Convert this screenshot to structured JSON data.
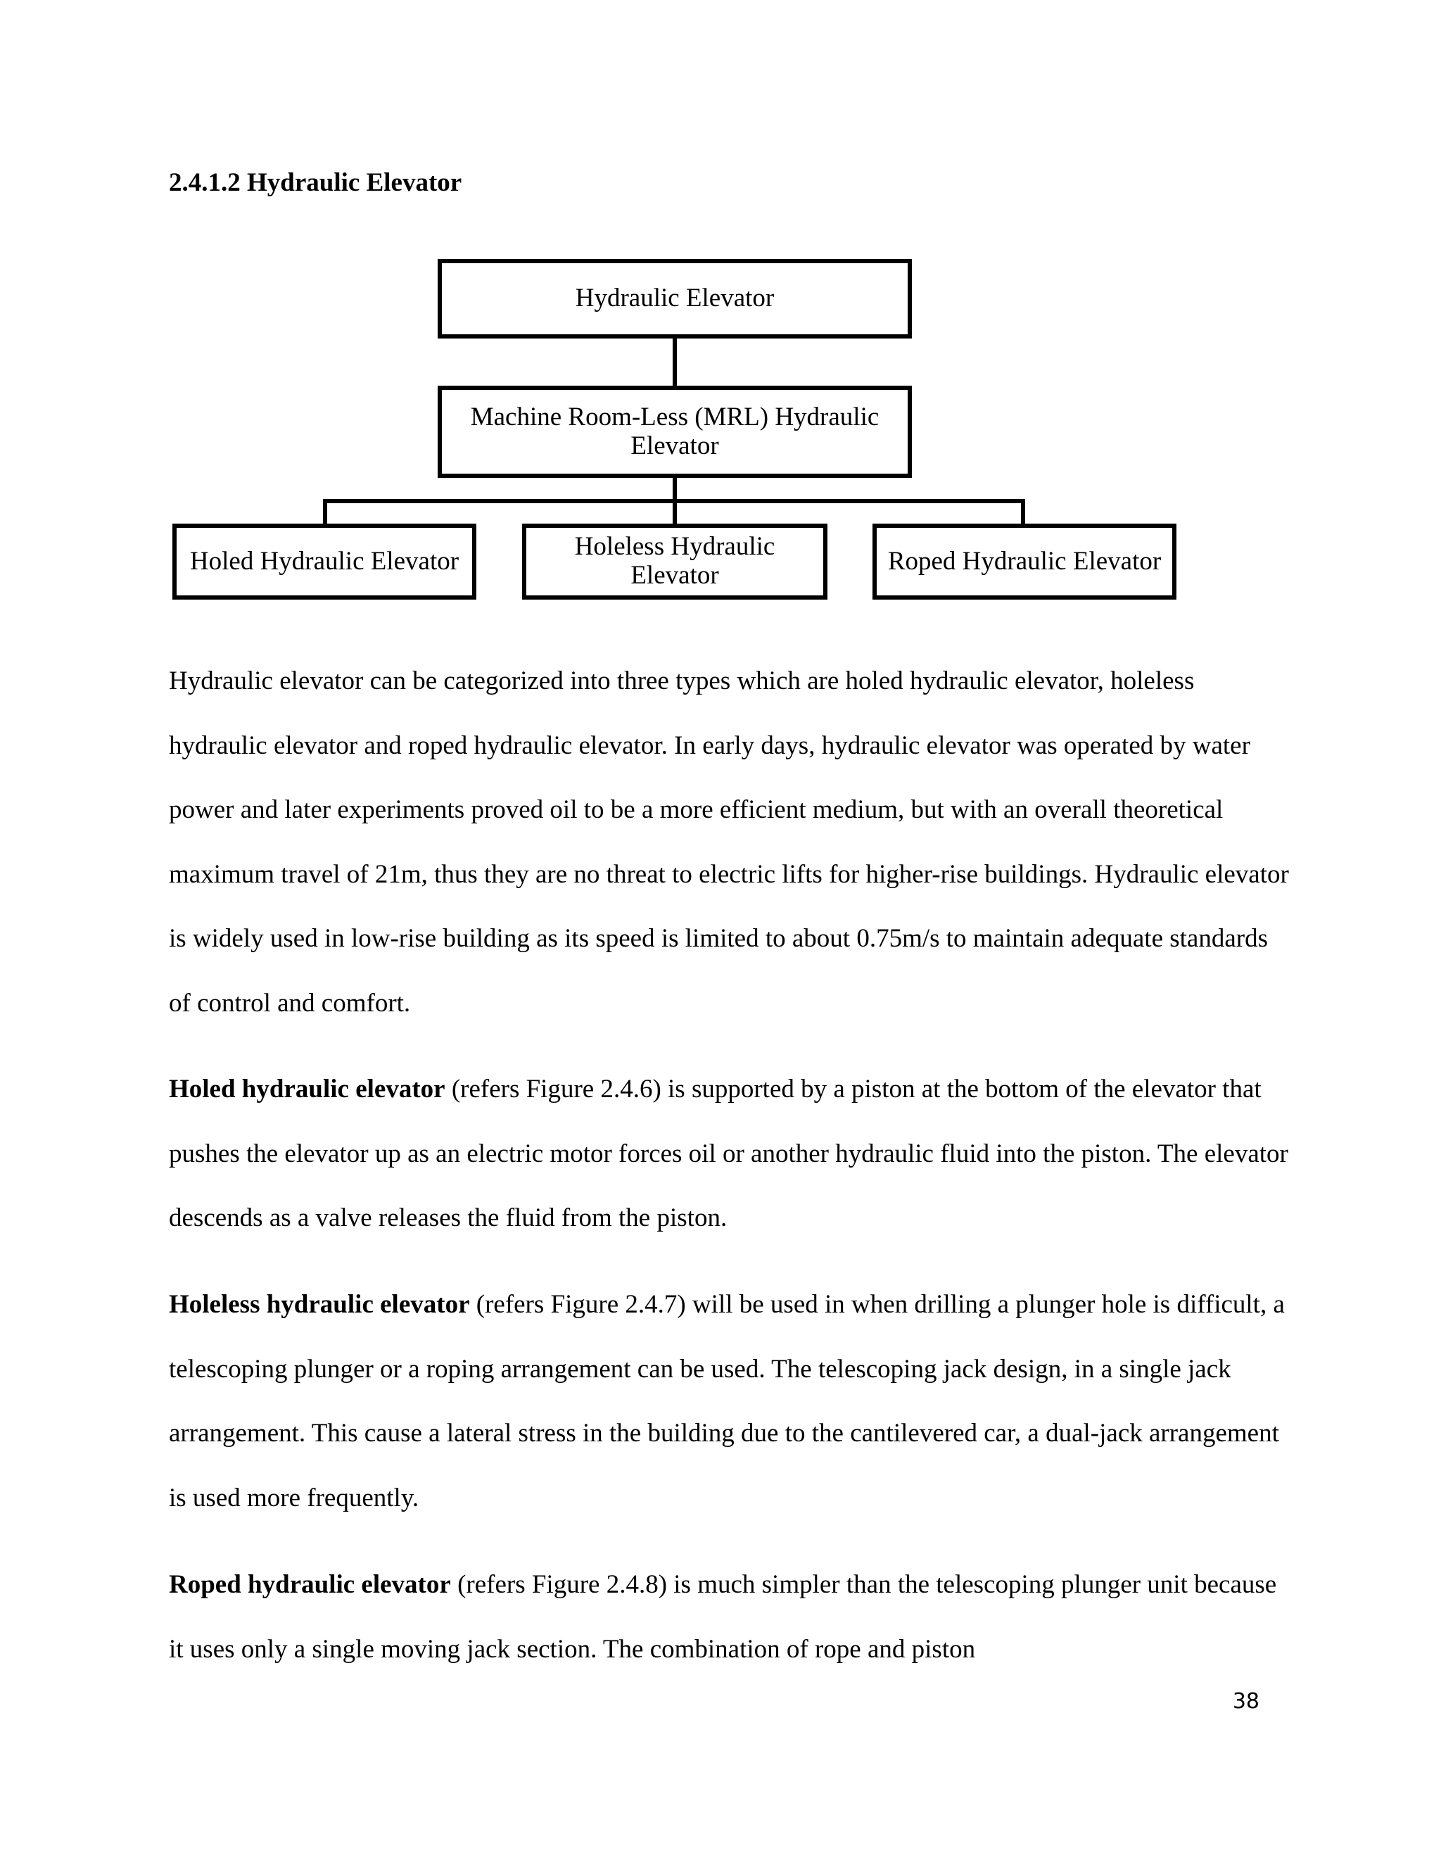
{
  "heading": "2.4.1.2 Hydraulic Elevator",
  "diagram": {
    "root": "Hydraulic Elevator",
    "child": "Machine Room-Less (MRL) Hydraulic Elevator",
    "leaves": [
      "Holed Hydraulic Elevator",
      "Holeless Hydraulic Elevator",
      "Roped Hydraulic Elevator"
    ]
  },
  "paragraphs": {
    "p1": "Hydraulic elevator can be categorized into three types which are holed hydraulic elevator, holeless hydraulic elevator and roped hydraulic elevator. In early days, hydraulic elevator was operated by water power and later experiments proved oil to be a more efficient medium, but with an overall theoretical maximum travel of 21m, thus they are no threat to electric lifts for higher-rise buildings. Hydraulic elevator is widely used in low-rise building as its speed is limited to about 0.75m/s to maintain adequate standards of control and comfort.",
    "p2_term": "Holed hydraulic elevator",
    "p2_text": " (refers Figure 2.4.6) is supported by a piston at the bottom of the elevator that pushes the elevator up as an electric motor forces oil or another hydraulic fluid into the piston. The elevator descends as a valve releases the fluid from the piston.",
    "p3_term": "Holeless hydraulic elevator",
    "p3_text": " (refers Figure 2.4.7) will be used in when drilling a plunger hole is difficult, a telescoping plunger or a roping arrangement can be used. The telescoping jack design, in a single jack arrangement. This cause a lateral stress in the building due to the cantilevered car, a dual-jack arrangement is used more frequently.",
    "p4_term": "Roped hydraulic elevator",
    "p4_text": " (refers Figure 2.4.8) is much simpler than the telescoping plunger unit because it uses only a single moving jack section. The combination of rope and piston"
  },
  "page_number": "38"
}
